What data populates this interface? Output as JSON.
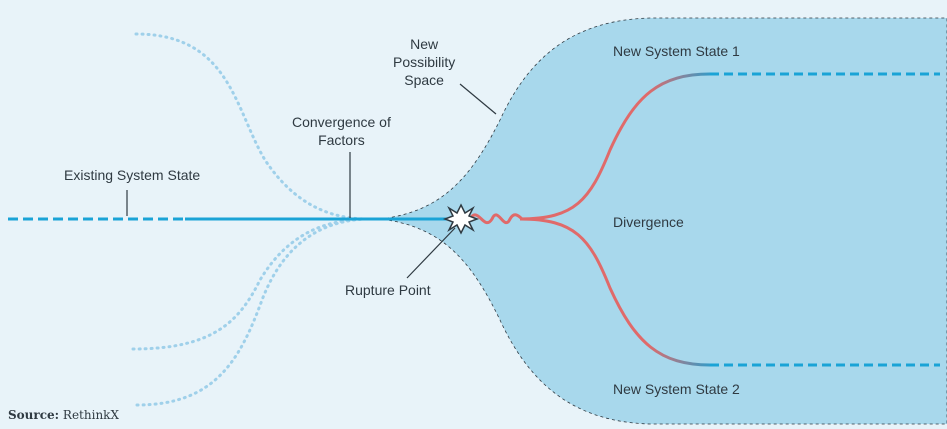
{
  "labels": {
    "existing_state": "Existing System State",
    "convergence": "Convergence of\nFactors",
    "possibility_space": "New\nPossibility\nSpace",
    "rupture_point": "Rupture Point",
    "state_1": "New System State 1",
    "divergence": "Divergence",
    "state_2": "New System State 2"
  },
  "source": {
    "prefix": "Source:",
    "name": "RethinkX"
  },
  "colors": {
    "background": "#e8f3f9",
    "possibility_space": "#a8d8ec",
    "system_line": "#1aa3d6",
    "factor_lines": "#9fd0ea",
    "divergence_lines": "#e06a6a",
    "text": "#2f3a42"
  }
}
